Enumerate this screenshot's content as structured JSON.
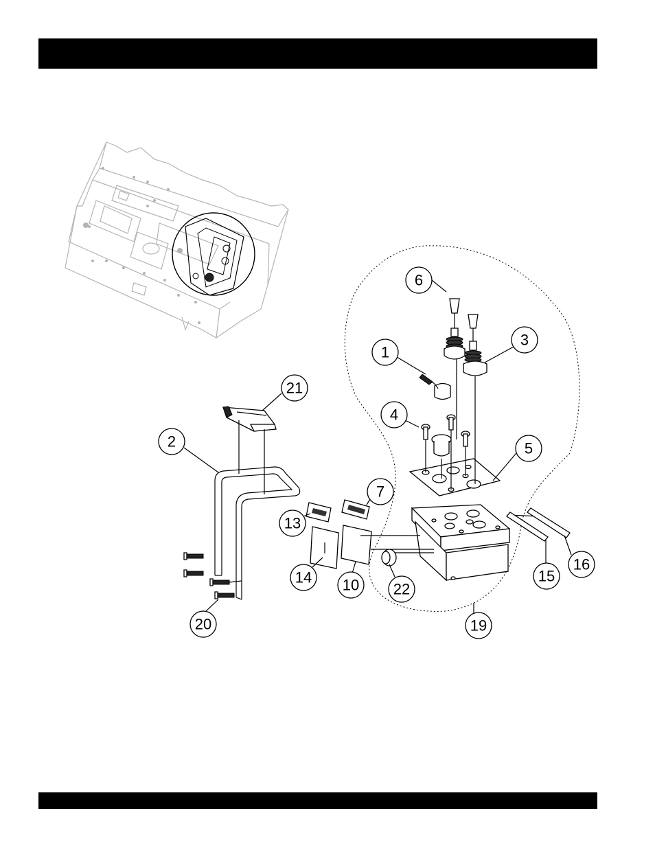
{
  "header_bar": {
    "text": ""
  },
  "footer_bar": {
    "text": ""
  },
  "callouts": [
    {
      "id": "c1",
      "label": "1"
    },
    {
      "id": "c2",
      "label": "2"
    },
    {
      "id": "c3",
      "label": "3"
    },
    {
      "id": "c4",
      "label": "4"
    },
    {
      "id": "c5",
      "label": "5"
    },
    {
      "id": "c6",
      "label": "6"
    },
    {
      "id": "c7",
      "label": "7"
    },
    {
      "id": "c10",
      "label": "10"
    },
    {
      "id": "c13",
      "label": "13"
    },
    {
      "id": "c14",
      "label": "14"
    },
    {
      "id": "c15",
      "label": "15"
    },
    {
      "id": "c16",
      "label": "16"
    },
    {
      "id": "c19",
      "label": "19"
    },
    {
      "id": "c20",
      "label": "20"
    },
    {
      "id": "c21",
      "label": "21"
    },
    {
      "id": "c22",
      "label": "22"
    }
  ]
}
